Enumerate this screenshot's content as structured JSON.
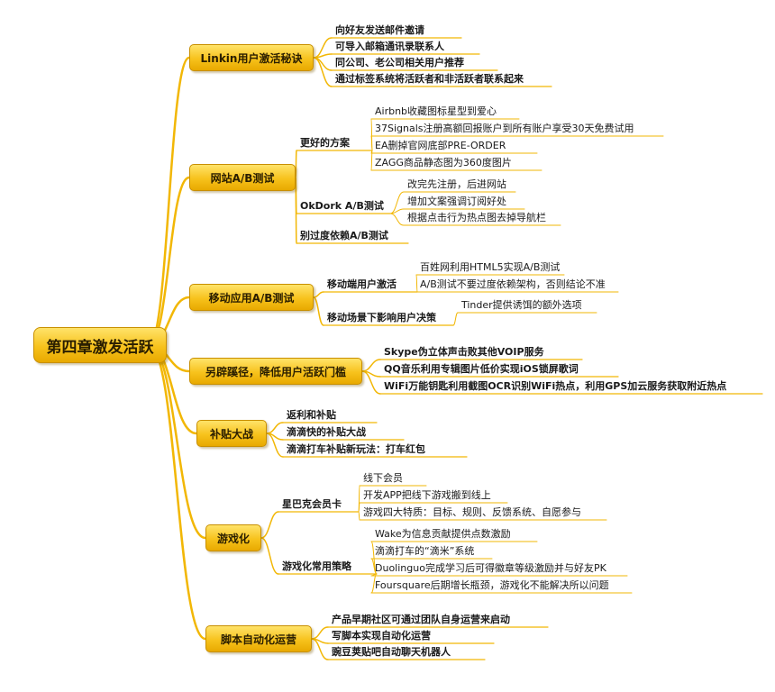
{
  "root": "第四章激发活跃",
  "colors": {
    "line": "#f2b705",
    "node_fill": "#f7c21c",
    "node_border": "#c88f00"
  },
  "branches": [
    {
      "label": "Linkin用户激活秘诀",
      "children": [
        {
          "label": "向好友发送邮件邀请"
        },
        {
          "label": "可导入邮箱通讯录联系人"
        },
        {
          "label": "同公司、老公司相关用户推荐"
        },
        {
          "label": "通过标签系统将活跃者和非活跃者联系起来"
        }
      ]
    },
    {
      "label": "网站A/B测试",
      "children": [
        {
          "label": "更好的方案",
          "children": [
            {
              "label": "Airbnb收藏图标星型到爱心"
            },
            {
              "label": "37Signals注册高额回报账户到所有账户享受30天免费试用"
            },
            {
              "label": "EA删掉官网底部PRE-ORDER"
            },
            {
              "label": "ZAGG商品静态图为360度图片"
            }
          ]
        },
        {
          "label": "OkDork A/B测试",
          "children": [
            {
              "label": "改完先注册，后进网站"
            },
            {
              "label": "增加文案强调订阅好处"
            },
            {
              "label": "根据点击行为热点图去掉导航栏"
            }
          ]
        },
        {
          "label": "别过度依赖A/B测试"
        }
      ]
    },
    {
      "label": "移动应用A/B测试",
      "children": [
        {
          "label": "移动端用户激活",
          "children": [
            {
              "label": "百姓网利用HTML5实现A/B测试"
            },
            {
              "label": "A/B测试不要过度依赖架构，否则结论不准"
            }
          ]
        },
        {
          "label": "移动场景下影响用户决策",
          "children": [
            {
              "label": "Tinder提供诱饵的额外选项"
            }
          ]
        }
      ]
    },
    {
      "label": "另辟蹊径，降低用户活跃门槛",
      "children": [
        {
          "label": "Skype伪立体声击败其他VOIP服务"
        },
        {
          "label": "QQ音乐利用专辑图片低价实现iOS锁屏歌词"
        },
        {
          "label": "WiFi万能钥匙利用截图OCR识别WiFi热点，利用GPS加云服务获取附近热点"
        }
      ]
    },
    {
      "label": "补贴大战",
      "children": [
        {
          "label": "返利和补贴"
        },
        {
          "label": "滴滴快的补贴大战"
        },
        {
          "label": "滴滴打车补贴新玩法：打车红包"
        }
      ]
    },
    {
      "label": "游戏化",
      "children": [
        {
          "label": "星巴克会员卡",
          "children": [
            {
              "label": "线下会员"
            },
            {
              "label": "开发APP把线下游戏搬到线上"
            },
            {
              "label": "游戏四大特质：目标、规则、反馈系统、自愿参与"
            }
          ]
        },
        {
          "label": "游戏化常用策略",
          "children": [
            {
              "label": "Wake为信息贡献提供点数激励"
            },
            {
              "label": "滴滴打车的“滴米”系统"
            },
            {
              "label": "Duolinguo完成学习后可得徽章等级激励并与好友PK"
            },
            {
              "label": "Foursquare后期增长瓶颈，游戏化不能解决所以问题"
            }
          ]
        }
      ]
    },
    {
      "label": "脚本自动化运营",
      "children": [
        {
          "label": "产品早期社区可通过团队自身运营来启动"
        },
        {
          "label": "写脚本实现自动化运营"
        },
        {
          "label": "豌豆荚贴吧自动聊天机器人"
        }
      ]
    }
  ]
}
